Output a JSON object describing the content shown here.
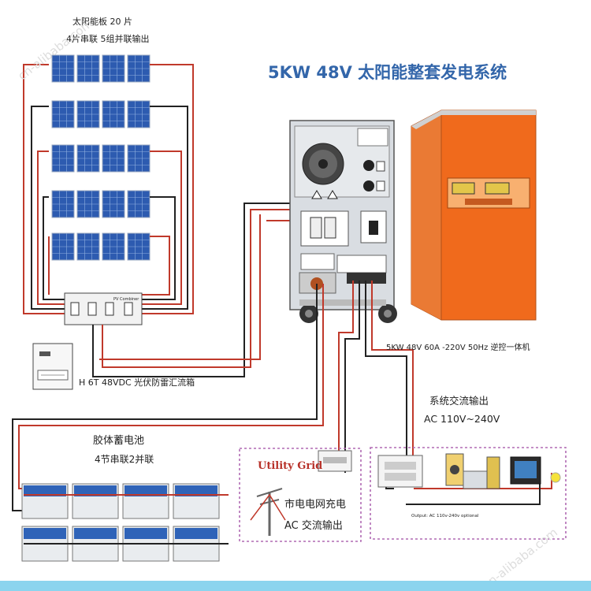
{
  "title": "5KW 48V 太阳能整套发电系统",
  "solar_array": {
    "label": "太阳能板 20 片",
    "config": "4片串联 5组并联输出",
    "rows": 5,
    "panels_per_row": 4
  },
  "combiner_box": {
    "label": "H 6T 48VDC 光伏防雷汇流箱",
    "header": "PV Combiner"
  },
  "inverter": {
    "label": "5KW 48V 60A -220V 50Hz 逆控一体机"
  },
  "ac_output": {
    "title": "系统交流输出",
    "range": "AC 110V~240V",
    "note": "Output: AC 110v-240v optional"
  },
  "battery_bank": {
    "title": "胶体蓄电池",
    "config": "4节串联2并联",
    "count": 8
  },
  "utility_grid": {
    "label": "Utility Grid",
    "charge": "市电电网充电",
    "ac_output": "AC 交流输出"
  },
  "watermark": "cn-alibaba.com",
  "colors": {
    "title_blue": "#3366aa",
    "utility_red": "#b8322a",
    "wire_red": "#c0392b",
    "wire_black": "#222222",
    "panel_blue": "#2d5bb0",
    "inverter_orange": "#f06a1c",
    "cabinet_grey": "#d9dde2",
    "dotted_frame": "#b06ab3",
    "bottom_band": "#8bd4ee"
  }
}
